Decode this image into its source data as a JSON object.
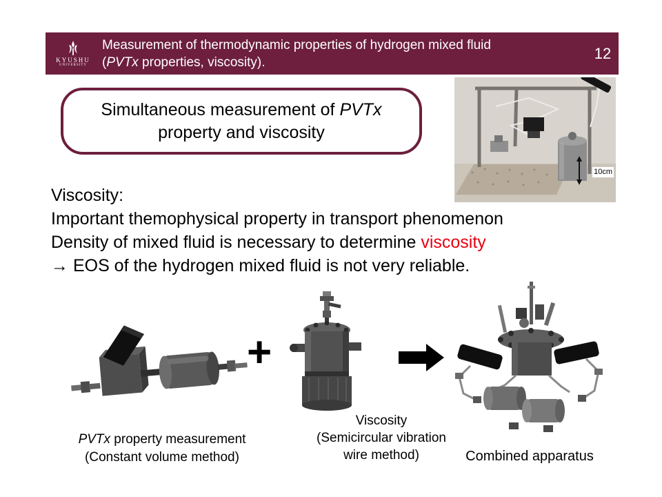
{
  "slide": {
    "accent_color": "#6d1f3d",
    "highlight_color": "#e8000f",
    "background": "#ffffff"
  },
  "header": {
    "logo": {
      "line1": "KYUSHU",
      "line2": "UNIVERSITY"
    },
    "title": {
      "line1": "Measurement of thermodynamic properties of hydrogen mixed fluid",
      "line2_open": "(",
      "line2_italic": "PVTx",
      "line2_rest": " properties, viscosity)."
    },
    "slide_number": "12"
  },
  "callout": {
    "line1_prefix": "Simultaneous measurement of ",
    "line1_italic": "PVTx",
    "line2": "property and viscosity"
  },
  "photo": {
    "scale_label": "10cm"
  },
  "body": {
    "line1": "Viscosity:",
    "line2": "Important themophysical property in transport phenomenon",
    "line3_prefix": "Density of mixed fluid is necessary to determine ",
    "line3_highlight": "viscosity",
    "line4": "→ EOS of the hydrogen mixed fluid is not very reliable."
  },
  "diagram": {
    "plus_sign": "+",
    "left_label": {
      "line1_italic": "PVTx",
      "line1_rest": " property measurement",
      "line2": "(Constant volume method)"
    },
    "middle_label": {
      "line1": "Viscosity",
      "line2": "(Semicircular vibration",
      "line3": "wire method)"
    },
    "right_label": "Combined apparatus"
  }
}
